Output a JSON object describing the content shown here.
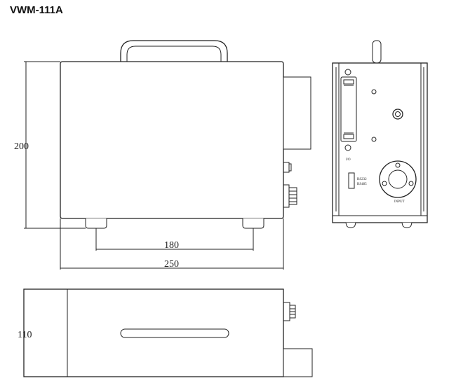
{
  "title": "VWM-111A",
  "dimensions": {
    "height_front": "200",
    "feet_spacing": "180",
    "width": "250",
    "depth": "110"
  },
  "labels": {
    "io": "I/O",
    "rs232": "RS232",
    "rs485": "RS485",
    "input": "INPUT"
  }
}
